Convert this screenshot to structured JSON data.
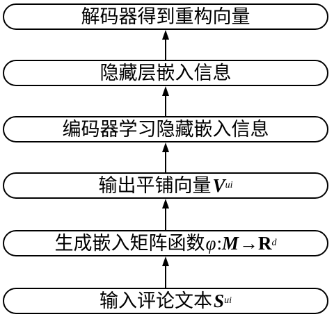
{
  "steps": [
    {
      "id": "step-1",
      "text": "解码器得到重构向量"
    },
    {
      "id": "step-2",
      "text": "隐藏层嵌入信息"
    },
    {
      "id": "step-3",
      "text": "编码器学习隐藏嵌入信息"
    },
    {
      "id": "step-4",
      "text": "输出平铺向量",
      "math": "V",
      "sub": "ui"
    },
    {
      "id": "step-5",
      "text": "生成嵌入矩阵函数",
      "math_phi": "φ",
      "math_colon": ": ",
      "math_M": "M",
      "math_arrow": " → ",
      "math_R": "R",
      "sup": "d"
    },
    {
      "id": "step-6",
      "text": "输入评论文本",
      "math": "S",
      "sub": "ui"
    }
  ],
  "colors": {
    "stroke": "#000000",
    "background": "#ffffff"
  }
}
